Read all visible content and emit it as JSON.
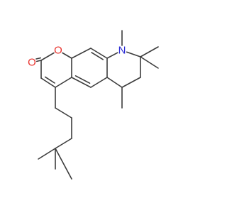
{
  "molecule": {
    "atoms": [
      {
        "id": "a1",
        "symbol": "O",
        "color": "#e8302b"
      },
      {
        "id": "a2",
        "symbol": "O",
        "color": "#e8302b"
      },
      {
        "id": "a3",
        "symbol": "N",
        "color": "#2b2bd6"
      }
    ],
    "bond_color": "#3c3c3c"
  }
}
